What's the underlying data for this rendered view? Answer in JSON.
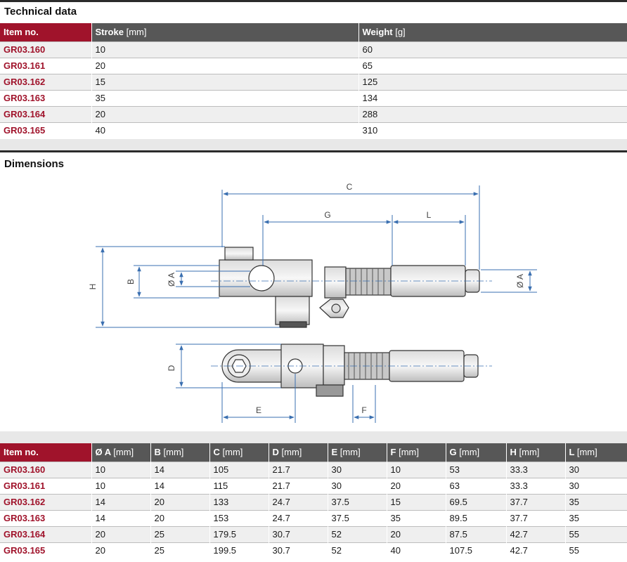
{
  "technical_data": {
    "title": "Technical data",
    "columns": [
      {
        "label": "Item no.",
        "unit": ""
      },
      {
        "label": "Stroke",
        "unit": "[mm]"
      },
      {
        "label": "Weight",
        "unit": "[g]"
      }
    ],
    "rows": [
      [
        "GR03.160",
        "10",
        "60"
      ],
      [
        "GR03.161",
        "20",
        "65"
      ],
      [
        "GR03.162",
        "15",
        "125"
      ],
      [
        "GR03.163",
        "35",
        "134"
      ],
      [
        "GR03.164",
        "20",
        "288"
      ],
      [
        "GR03.165",
        "40",
        "310"
      ]
    ]
  },
  "dimensions": {
    "title": "Dimensions",
    "drawing_labels": {
      "c": "C",
      "g": "G",
      "l": "L",
      "h": "H",
      "b": "B",
      "dia_a_left": "Ø A",
      "dia_a_right": "Ø A",
      "d": "D",
      "e": "E",
      "f": "F"
    },
    "columns": [
      {
        "label": "Item no.",
        "unit": ""
      },
      {
        "label": "Ø A",
        "unit": "[mm]"
      },
      {
        "label": "B",
        "unit": "[mm]"
      },
      {
        "label": "C",
        "unit": "[mm]"
      },
      {
        "label": "D",
        "unit": "[mm]"
      },
      {
        "label": "E",
        "unit": "[mm]"
      },
      {
        "label": "F",
        "unit": "[mm]"
      },
      {
        "label": "G",
        "unit": "[mm]"
      },
      {
        "label": "H",
        "unit": "[mm]"
      },
      {
        "label": "L",
        "unit": "[mm]"
      }
    ],
    "rows": [
      [
        "GR03.160",
        "10",
        "14",
        "105",
        "21.7",
        "30",
        "10",
        "53",
        "33.3",
        "30"
      ],
      [
        "GR03.161",
        "10",
        "14",
        "115",
        "21.7",
        "30",
        "20",
        "63",
        "33.3",
        "30"
      ],
      [
        "GR03.162",
        "14",
        "20",
        "133",
        "24.7",
        "37.5",
        "15",
        "69.5",
        "37.7",
        "35"
      ],
      [
        "GR03.163",
        "14",
        "20",
        "153",
        "24.7",
        "37.5",
        "35",
        "89.5",
        "37.7",
        "35"
      ],
      [
        "GR03.164",
        "20",
        "25",
        "179.5",
        "30.7",
        "52",
        "20",
        "87.5",
        "42.7",
        "55"
      ],
      [
        "GR03.165",
        "20",
        "25",
        "199.5",
        "30.7",
        "52",
        "40",
        "107.5",
        "42.7",
        "55"
      ]
    ]
  },
  "colors": {
    "accent": "#a0132b",
    "header_gray": "#575757"
  }
}
